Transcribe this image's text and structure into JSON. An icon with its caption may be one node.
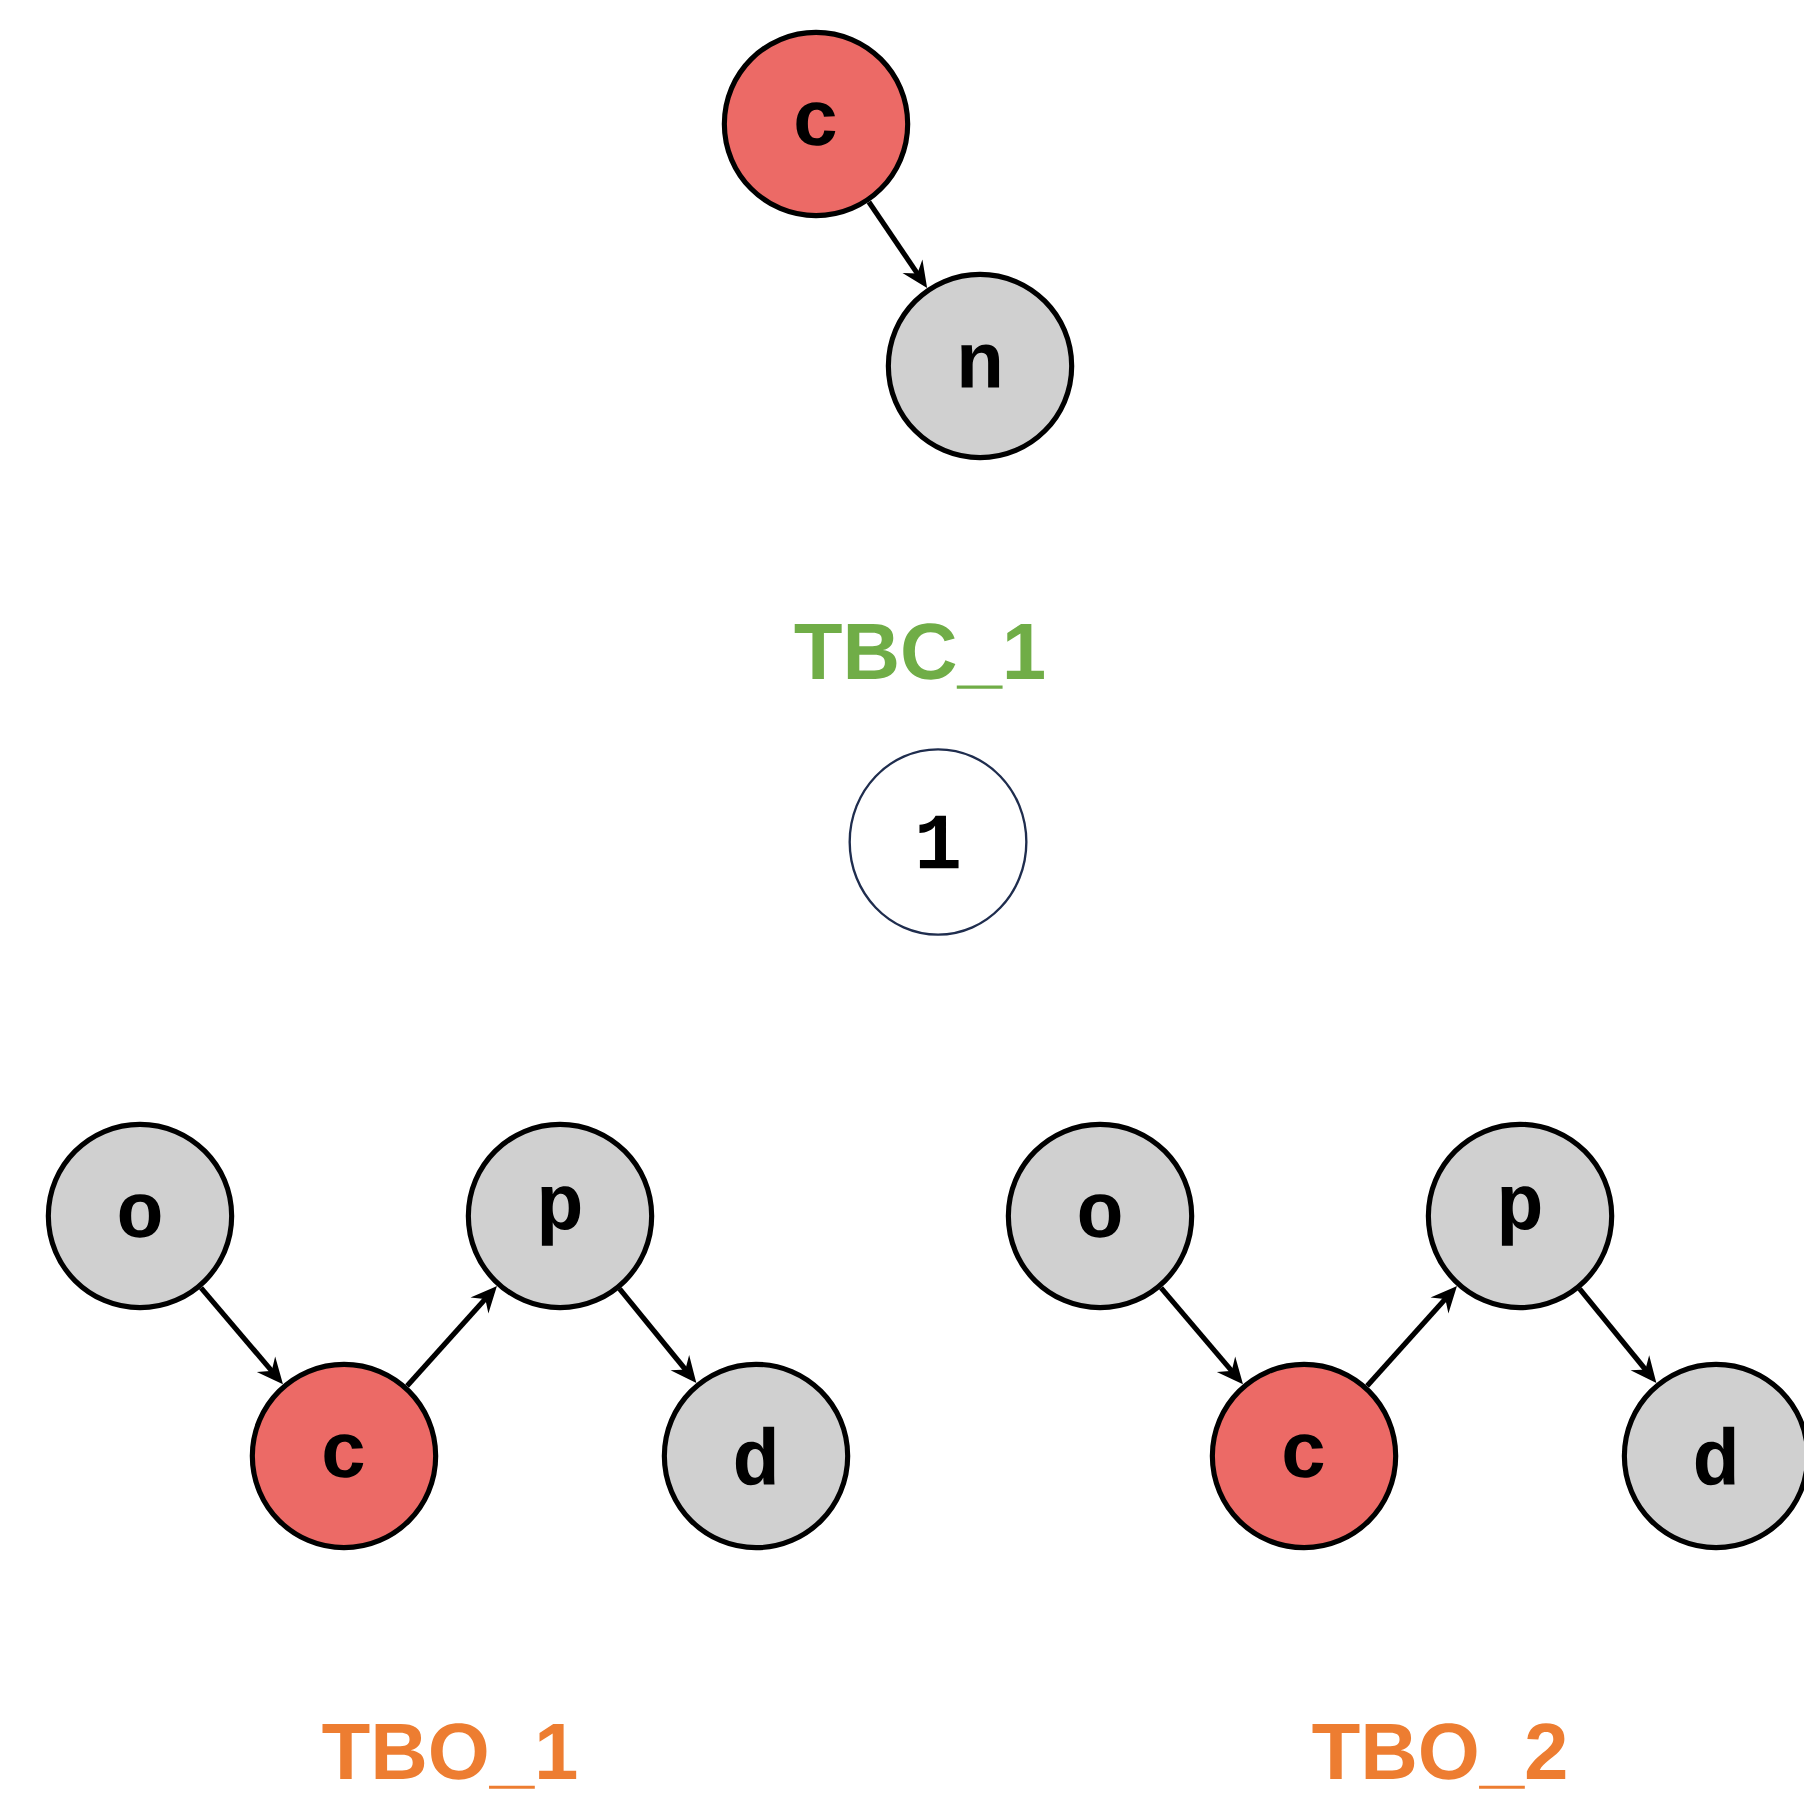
{
  "diagram": {
    "nodes": [
      {
        "text": [
          "c"
        ]
      },
      {
        "text": [
          "n"
        ]
      },
      {
        "text": [
          "1"
        ]
      },
      {
        "text": [
          "o"
        ]
      },
      {
        "text": [
          "c"
        ]
      },
      {
        "text": [
          "p"
        ]
      },
      {
        "text": [
          "d"
        ]
      },
      {
        "text": [
          "o"
        ]
      },
      {
        "text": [
          "c"
        ]
      },
      {
        "text": [
          "p"
        ]
      },
      {
        "text": [
          "d"
        ]
      }
    ],
    "edges": [
      {
        "from": 0,
        "to": 1,
        "arrow": "to"
      },
      {
        "from": 3,
        "to": 4,
        "arrow": "to"
      },
      {
        "from": 4,
        "to": 5,
        "arrow": "to"
      },
      {
        "from": 5,
        "to": 6,
        "arrow": "to"
      },
      {
        "from": 7,
        "to": 8,
        "arrow": "to"
      },
      {
        "from": 8,
        "to": 9,
        "arrow": "to"
      },
      {
        "from": 9,
        "to": 10,
        "arrow": "to"
      }
    ],
    "labels": [
      "TBC_1",
      "TBO_1",
      "TBO_2"
    ]
  }
}
